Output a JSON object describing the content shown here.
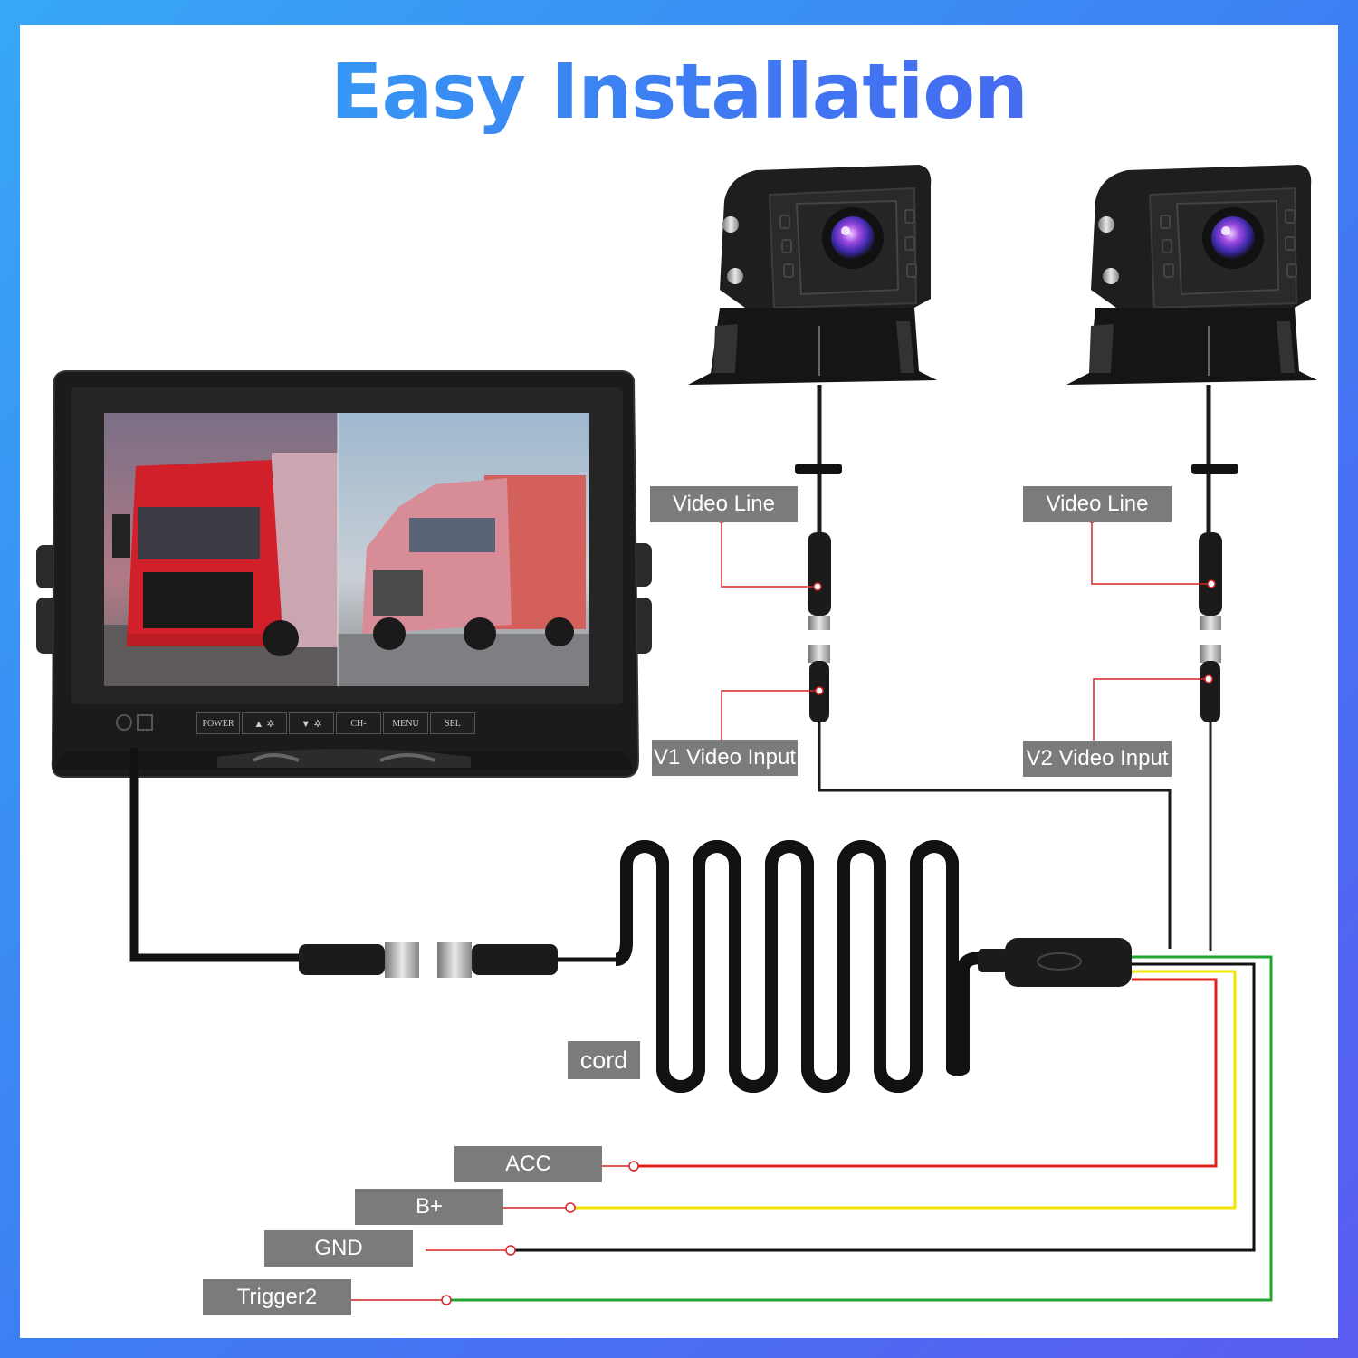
{
  "title": "Easy Installation",
  "monitor": {
    "buttons": [
      "POWER",
      "▲ ✲",
      "▼ ✲",
      "CH-",
      "MENU",
      "SEL"
    ]
  },
  "labels": {
    "video_line_1": "Video Line",
    "video_line_2": "Video Line",
    "v1_video_input": "V1 Video Input",
    "v2_video_input": "V2 Video Input",
    "cord": "cord",
    "acc": "ACC",
    "b_plus": "B+",
    "gnd": "GND",
    "trigger2": "Trigger2"
  },
  "colors": {
    "acc_wire": "#e0201f",
    "b_plus_wire": "#f2e600",
    "gnd_wire": "#111111",
    "trigger2_wire": "#22a52f",
    "annotation_line": "#d62525"
  }
}
